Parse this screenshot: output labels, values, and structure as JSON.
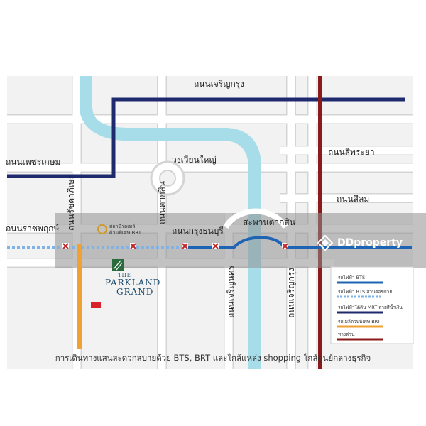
{
  "roads": {
    "charoen_krung_top": "ถนนเจริญกรุง",
    "phetkasem": "ถนนเพชรเกษม",
    "si_phraya": "ถนนสี่พระยา",
    "si_lom": "ถนนสีลม",
    "ratchaphruek": "ถนนราชพฤกษ์",
    "krung_thonburi": "ถนนกรุงธนบุรี",
    "wongwian_yai": "วงเวียนใหญ่",
    "taksin_bridge": "สะพานตากสิน",
    "ratchada_vertical": "ถนนรัชดาภิเษก",
    "taksin_vertical": "ถนนตากสิน",
    "charoen_nakhon": "ถนนเจริญนคร",
    "charoen_krung_vertical": "ถนนเจริญกรุง"
  },
  "brt_station": {
    "line1": "สถานีรถเมล์",
    "line2": "ด่วนพิเศษ BRT"
  },
  "project": {
    "the": "THE",
    "name": "PARKLAND",
    "grand": "GRAND"
  },
  "legend": [
    {
      "label": "รถไฟฟ้า BTS",
      "color": "#1e64b4",
      "style": "solid"
    },
    {
      "label": "รถไฟฟ้า BTS ส่วนต่อขยาย",
      "color": "#7fb2e6",
      "style": "dashed"
    },
    {
      "label": "รถไฟฟ้าใต้ดิน MRT สายสีน้ำเงิน",
      "color": "#1f2a6e",
      "style": "solid"
    },
    {
      "label": "รถเมล์ด่วนพิเศษ BRT",
      "color": "#f0a134",
      "style": "solid"
    },
    {
      "label": "ทางด่วน",
      "color": "#8b1a1a",
      "style": "solid"
    }
  ],
  "caption": "การเดินทางแสนสะดวกสบายด้วย BTS, BRT และใกล้แหล่ง shopping ใกล้ศูนย์กลางธุรกิจ",
  "watermark": {
    "text": "DDproperty"
  },
  "colors": {
    "river": "#a7dde8",
    "road_fill": "#ffffff",
    "road_edge": "#d6d6d6",
    "mrt": "#1f2a6e",
    "expressway": "#8b1a1a",
    "bts": "#1e64b4",
    "brt": "#f0a134",
    "background": "#f2f2f2",
    "overlay": "#9a9a9a"
  }
}
